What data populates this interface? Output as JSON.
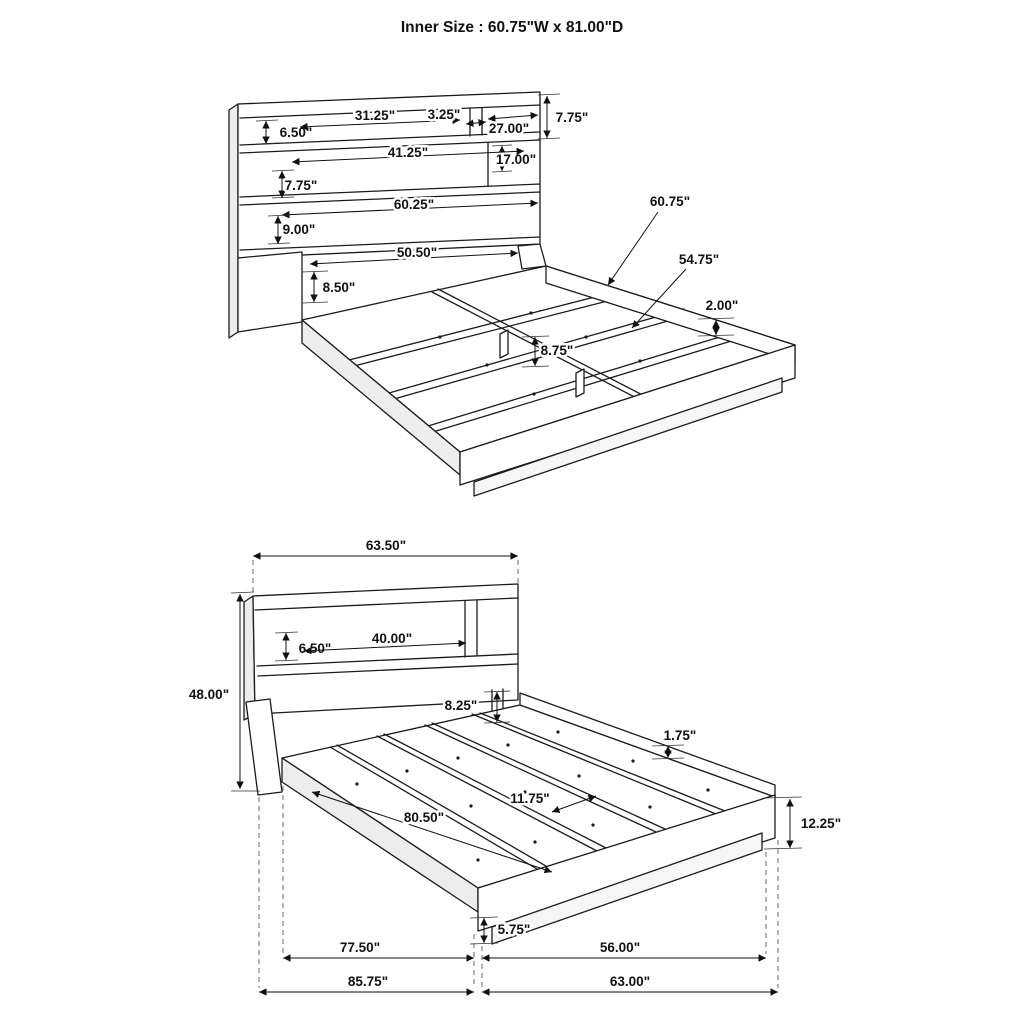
{
  "title": "Inner Size : 60.75\"W x 81.00\"D",
  "top_view": {
    "dims": {
      "shelf_left_height": "6.50\"",
      "shelf_left_width": "31.25\"",
      "shelf_divider_width": "3.25\"",
      "shelf_right_width": "27.00\"",
      "top_section_height": "7.75\"",
      "right_cubby_height": "17.00\"",
      "middle_shelf_width": "41.25\"",
      "middle_section_height": "7.75\"",
      "lower_panel_width": "60.25\"",
      "lower_panel_height": "9.00\"",
      "leg_opening_width": "50.50\"",
      "leg_opening_height": "8.50\"",
      "center_support_height": "8.75\"",
      "side_rail_length": "60.75\"",
      "inner_rail_length": "54.75\"",
      "rail_thickness": "2.00\""
    }
  },
  "bottom_view": {
    "dims": {
      "headboard_width": "63.50\"",
      "overall_height": "48.00\"",
      "shelf_opening_height": "6.50\"",
      "shelf_opening_width": "40.00\"",
      "under_headboard_height": "8.25\"",
      "rail_lip_height": "1.75\"",
      "slat_spacing": "11.75\"",
      "platform_length": "80.50\"",
      "footboard_height": "12.25\"",
      "base_height": "5.75\"",
      "platform_width_partial": "77.50\"",
      "base_length_partial": "56.00\"",
      "overall_width": "85.75\"",
      "overall_length": "63.00\""
    }
  }
}
